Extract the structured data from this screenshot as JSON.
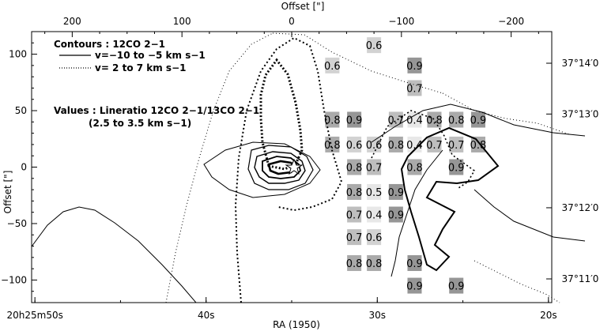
{
  "chart_data": {
    "type": "heatmap",
    "top_axis": {
      "label": "Offset [\"]",
      "ticks": [
        {
          "value": 200,
          "label": "200"
        },
        {
          "value": 100,
          "label": "100"
        },
        {
          "value": 0,
          "label": "0"
        },
        {
          "value": -100,
          "label": "−100"
        },
        {
          "value": -200,
          "label": "−200"
        }
      ]
    },
    "left_axis": {
      "label": "Offset [\"]",
      "ylim": [
        -120,
        120
      ],
      "ticks": [
        {
          "value": 100,
          "label": "100"
        },
        {
          "value": 50,
          "label": "50"
        },
        {
          "value": 0,
          "label": "0"
        },
        {
          "value": -50,
          "label": "−50"
        },
        {
          "value": -100,
          "label": "−100"
        }
      ]
    },
    "right_axis": {
      "ticks": [
        {
          "offset": 92,
          "label": "37°14′0"
        },
        {
          "offset": 47,
          "label": "37°13′0"
        },
        {
          "offset": -36,
          "label": "37°12′0"
        },
        {
          "offset": -99,
          "label": "37°11′0"
        }
      ]
    },
    "bottom_axis": {
      "label": "RA (1950)",
      "ticks": [
        {
          "offset": 234,
          "label": "20h25m50s"
        },
        {
          "offset": 78,
          "label": "40s"
        },
        {
          "offset": -78,
          "label": "30s"
        },
        {
          "offset": -234,
          "label": "20s"
        }
      ]
    },
    "xlim": [
      237,
      -237
    ],
    "legend": {
      "contours_label": "Contours : 12CO 2−1",
      "solid_label": "v=−10 to −5 km s−1",
      "dotted_label": "v= 2 to 7 km s−1",
      "values_line1": "Values : Lineratio 12CO 2−1/13CO 2−1",
      "values_line2": "(2.5 to 3.5 km s−1)"
    },
    "cells": [
      {
        "x": -75,
        "y": 108,
        "value": 0.6
      },
      {
        "x": -37,
        "y": 90,
        "value": 0.6
      },
      {
        "x": -112,
        "y": 90,
        "value": 0.9
      },
      {
        "x": -112,
        "y": 70,
        "value": 0.7
      },
      {
        "x": -37,
        "y": 42,
        "value": 0.8
      },
      {
        "x": -57,
        "y": 42,
        "value": 0.9
      },
      {
        "x": -95,
        "y": 42,
        "value": 0.7
      },
      {
        "x": -112,
        "y": 42,
        "value": 0.4
      },
      {
        "x": -130,
        "y": 42,
        "value": 0.8
      },
      {
        "x": -150,
        "y": 42,
        "value": 0.8
      },
      {
        "x": -170,
        "y": 42,
        "value": 0.9
      },
      {
        "x": -37,
        "y": 20,
        "value": 0.8
      },
      {
        "x": -57,
        "y": 20,
        "value": 0.6
      },
      {
        "x": -75,
        "y": 20,
        "value": 0.6
      },
      {
        "x": -95,
        "y": 20,
        "value": 0.8
      },
      {
        "x": -112,
        "y": 20,
        "value": 0.4
      },
      {
        "x": -130,
        "y": 20,
        "value": 0.7
      },
      {
        "x": -150,
        "y": 20,
        "value": 0.7
      },
      {
        "x": -170,
        "y": 20,
        "value": 0.8
      },
      {
        "x": -57,
        "y": 0,
        "value": 0.8
      },
      {
        "x": -75,
        "y": 0,
        "value": 0.7
      },
      {
        "x": -112,
        "y": 0,
        "value": 0.8
      },
      {
        "x": -150,
        "y": 0,
        "value": 0.9
      },
      {
        "x": -57,
        "y": -22,
        "value": 0.8
      },
      {
        "x": -75,
        "y": -22,
        "value": 0.5
      },
      {
        "x": -95,
        "y": -22,
        "value": 0.9
      },
      {
        "x": -57,
        "y": -42,
        "value": 0.7
      },
      {
        "x": -75,
        "y": -42,
        "value": 0.4
      },
      {
        "x": -95,
        "y": -42,
        "value": 0.9
      },
      {
        "x": -57,
        "y": -62,
        "value": 0.7
      },
      {
        "x": -75,
        "y": -62,
        "value": 0.6
      },
      {
        "x": -57,
        "y": -85,
        "value": 0.8
      },
      {
        "x": -75,
        "y": -85,
        "value": 0.8
      },
      {
        "x": -112,
        "y": -85,
        "value": 0.9
      },
      {
        "x": -112,
        "y": -105,
        "value": 0.9
      },
      {
        "x": -150,
        "y": -105,
        "value": 0.9
      }
    ]
  }
}
